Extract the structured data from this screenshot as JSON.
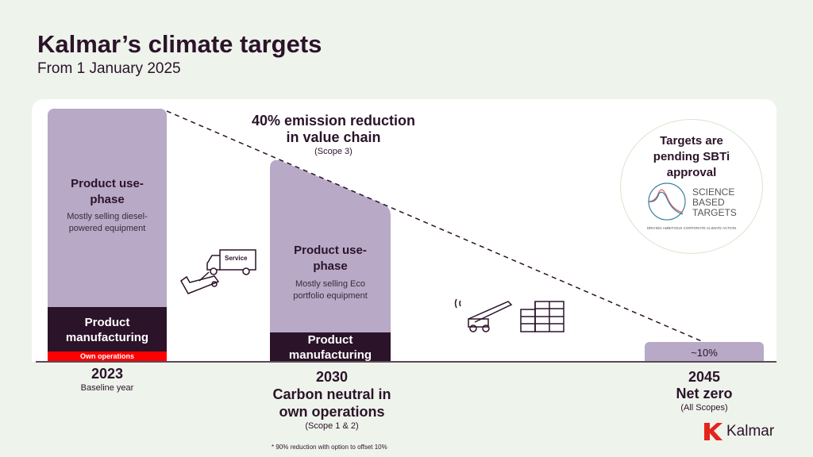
{
  "header": {
    "title": "Kalmar’s climate targets",
    "subtitle": "From 1 January 2025"
  },
  "bars": [
    {
      "year": "2023",
      "caption": "Baseline year",
      "use_title": "Product use-phase",
      "use_desc": "Mostly selling diesel-powered equipment",
      "mfg": "Product manufacturing",
      "own_ops": "Own operations"
    },
    {
      "year": "2030",
      "caption": "Carbon neutral in own operations",
      "scope": "(Scope 1 & 2)",
      "use_title": "Product use-phase",
      "use_desc": "Mostly selling Eco portfolio equipment",
      "mfg": "Product manufacturing"
    },
    {
      "year": "2045",
      "caption": "Net zero",
      "scope": "(All Scopes)",
      "value": "~10%"
    }
  ],
  "reduction": {
    "line1": "40% emission reduction",
    "line2": "in value chain",
    "scope": "(Scope 3)"
  },
  "sbti": {
    "text": "Targets are pending SBTi approval",
    "logo_line1": "SCIENCE",
    "logo_line2": "BASED",
    "logo_line3": "TARGETS",
    "tagline": "DRIVING AMBITIOUS CORPORATE CLIMATE ACTION"
  },
  "service_label": "Service",
  "footnote": "* 90% reduction with option to offset 10%",
  "brand": {
    "name": "Kalmar",
    "color": "#e5231b"
  },
  "colors": {
    "lavender": "#b8a9c7",
    "dark": "#2b1329",
    "red": "#ff0000"
  }
}
